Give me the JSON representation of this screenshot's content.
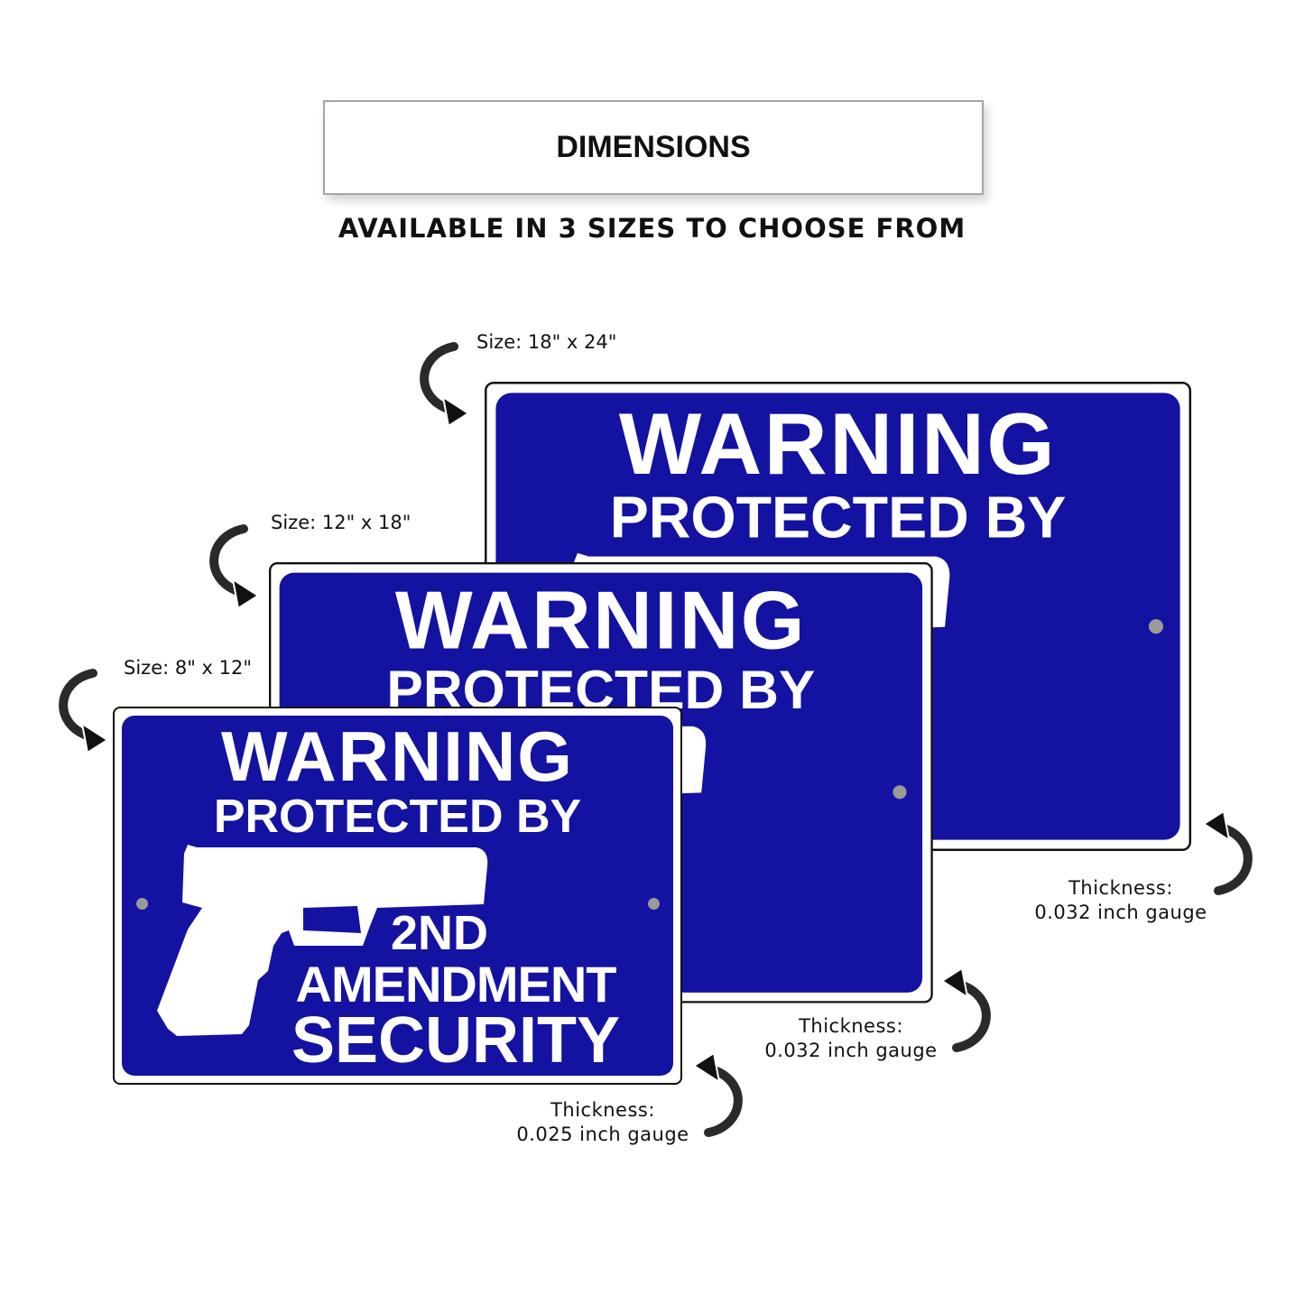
{
  "header": {
    "title": "DIMENSIONS",
    "subtitle": "AVAILABLE IN 3 SIZES TO CHOOSE FROM"
  },
  "sign": {
    "line1": "WARNING",
    "line2": "PROTECTED BY",
    "line3": "2ND",
    "line4": "AMENDMENT",
    "line5": "SECURITY",
    "colors": {
      "blue": "#1412a0",
      "white": "#ffffff"
    }
  },
  "sizes": [
    {
      "size": "Size: 18\" x 24\"",
      "thickness_label": "Thickness:",
      "thickness": "0.032 inch gauge"
    },
    {
      "size": "Size: 12\" x 18\"",
      "thickness_label": "Thickness:",
      "thickness": "0.032 inch gauge"
    },
    {
      "size": "Size: 8\" x 12\"",
      "thickness_label": "Thickness:",
      "thickness": "0.025 inch gauge"
    }
  ],
  "icons": {
    "arrow": "curved-arrow-icon",
    "gun": "pistol-silhouette-icon"
  }
}
